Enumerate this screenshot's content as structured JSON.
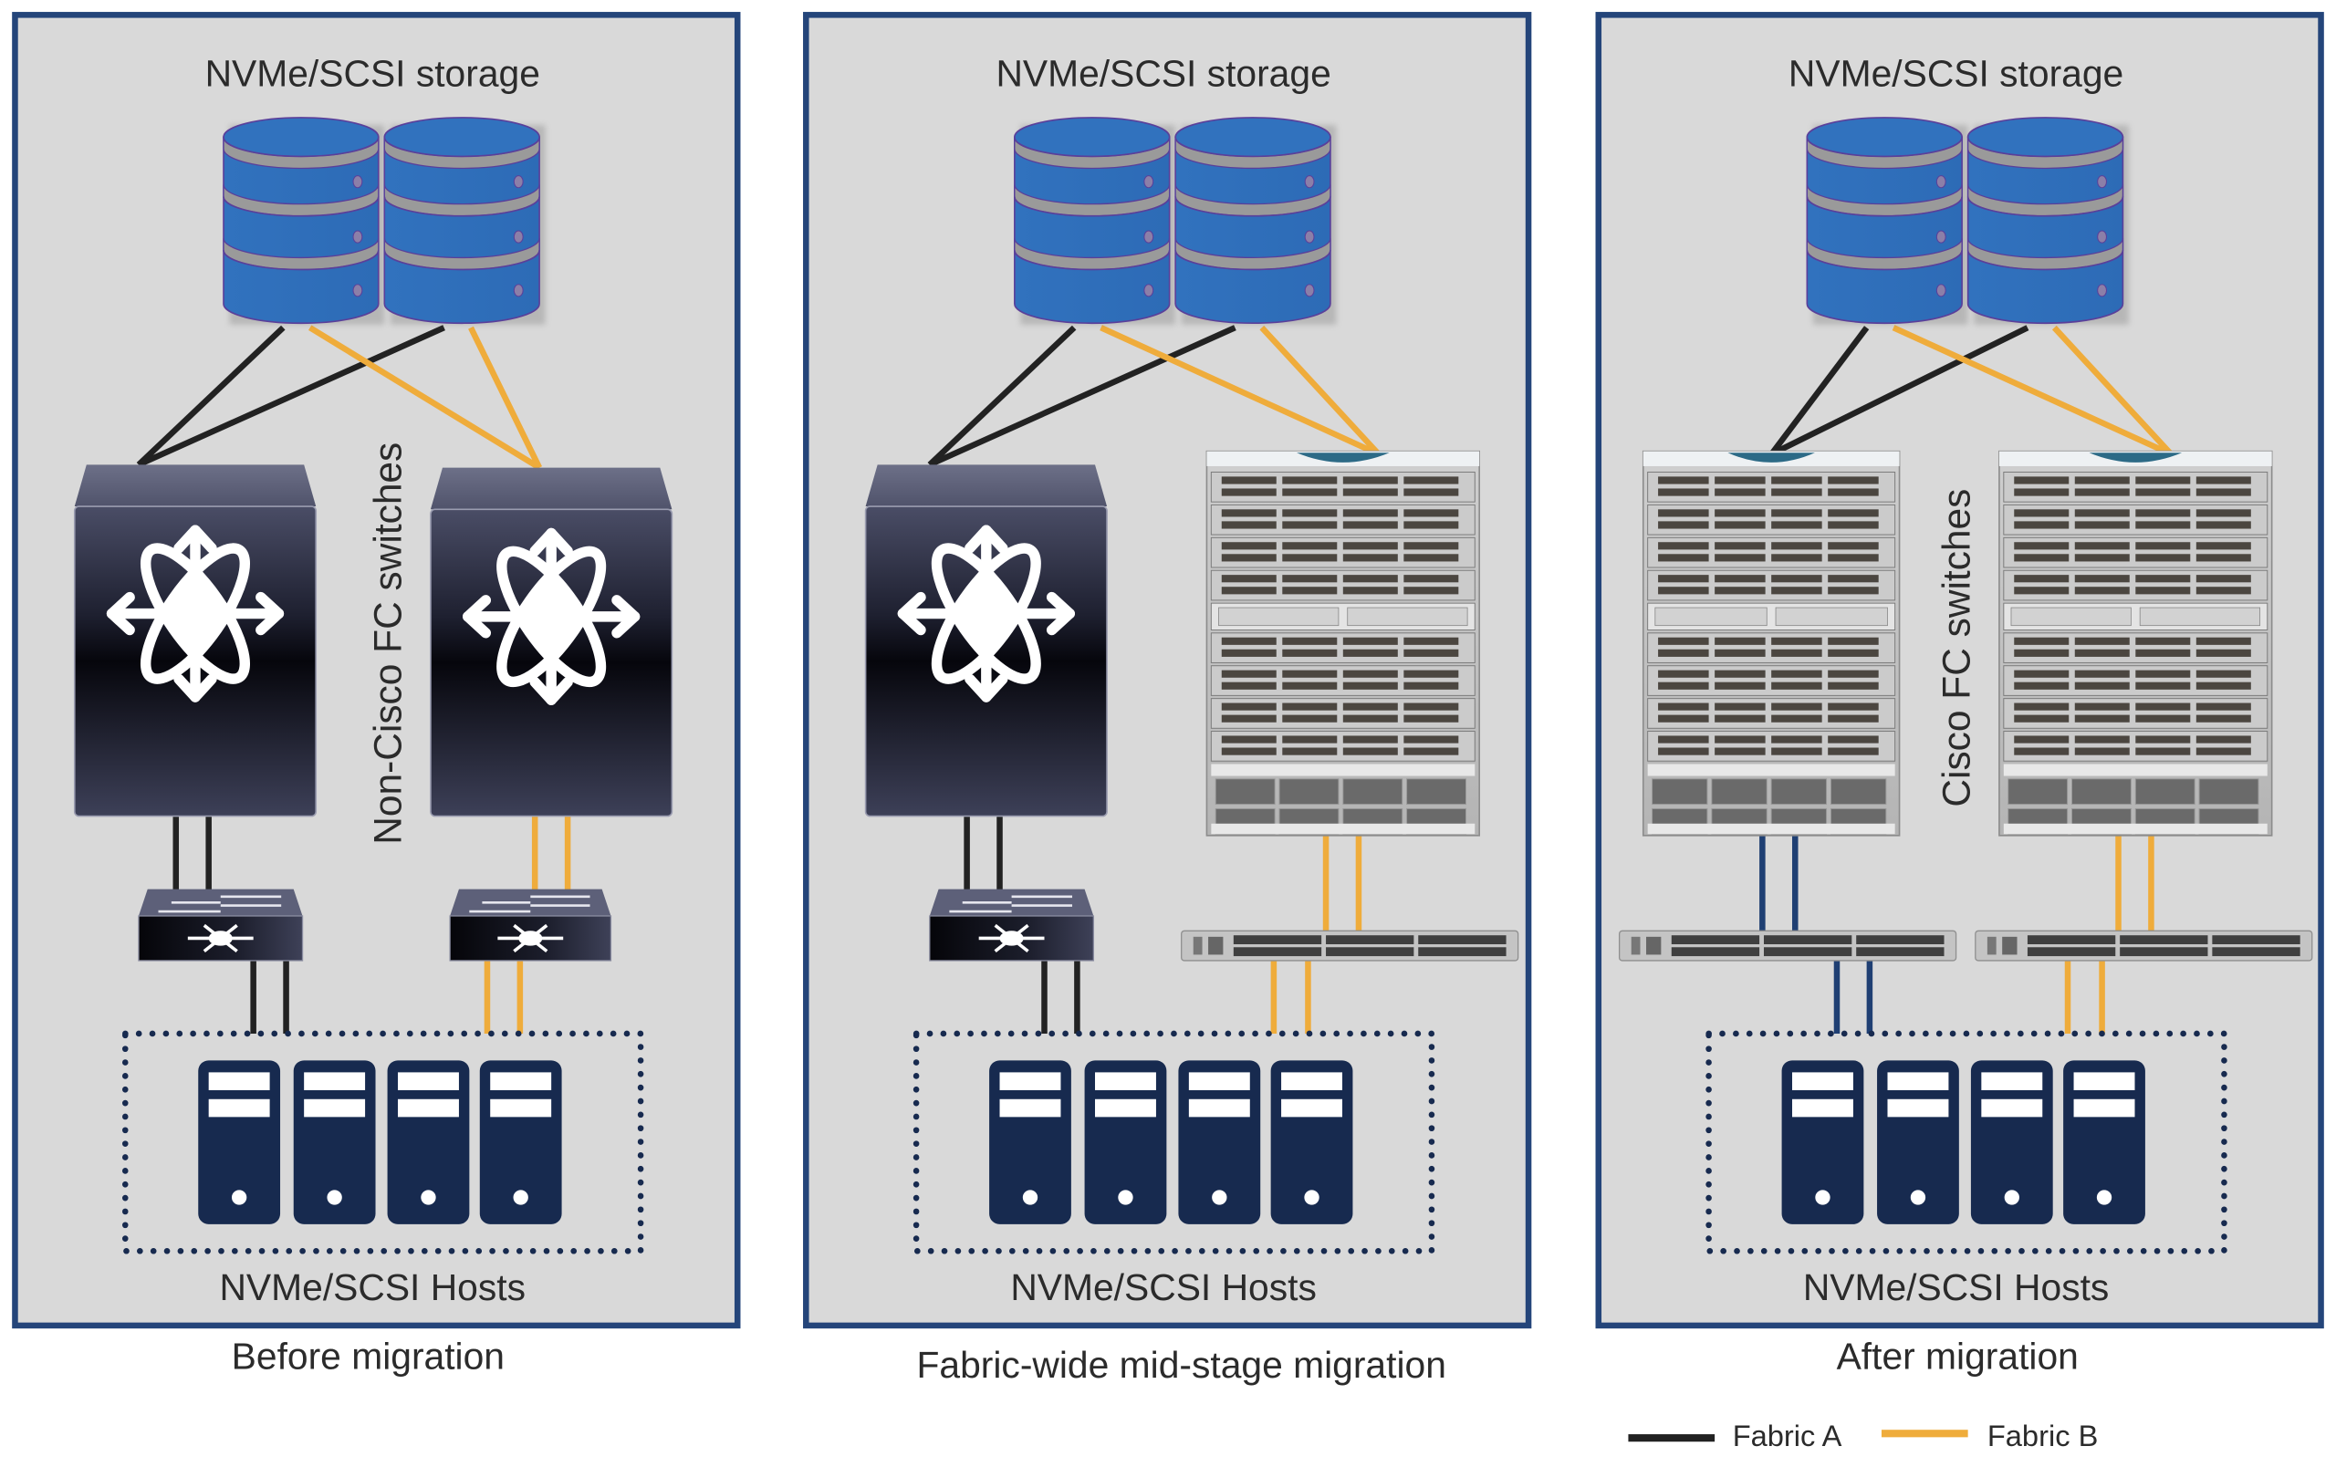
{
  "colors": {
    "panel_border": "#24457a",
    "panel_fill": "#d9d9d9",
    "fabric_a": "#222222",
    "fabric_a_cisco": "#1f3f73",
    "fabric_b": "#efac3b",
    "storage_blue": "#3172be",
    "host_navy": "#172a4f",
    "switch_dark": "#2a2d42"
  },
  "panels": [
    {
      "id": "before",
      "storage_label": "NVMe/SCSI storage",
      "hosts_label": "NVMe/SCSI Hosts",
      "caption": "Before migration",
      "side_label": "Non-Cisco FC switches",
      "fabric_a": {
        "core": "non-cisco-director",
        "edge": "non-cisco-edge"
      },
      "fabric_b": {
        "core": "non-cisco-director",
        "edge": "non-cisco-edge"
      }
    },
    {
      "id": "mid",
      "storage_label": "NVMe/SCSI storage",
      "hosts_label": "NVMe/SCSI Hosts",
      "caption": "Fabric-wide mid-stage migration",
      "side_label": "",
      "fabric_a": {
        "core": "non-cisco-director",
        "edge": "non-cisco-edge"
      },
      "fabric_b": {
        "core": "cisco-mds-director",
        "edge": "cisco-mds-fabric-switch"
      }
    },
    {
      "id": "after",
      "storage_label": "NVMe/SCSI storage",
      "hosts_label": "NVMe/SCSI Hosts",
      "caption": "After migration",
      "side_label": "Cisco FC switches",
      "fabric_a": {
        "core": "cisco-mds-director",
        "edge": "cisco-mds-fabric-switch"
      },
      "fabric_b": {
        "core": "cisco-mds-director",
        "edge": "cisco-mds-fabric-switch"
      }
    }
  ],
  "storage_arrays_per_panel": 2,
  "hosts_per_panel": 4,
  "legend": [
    {
      "label": "Fabric A",
      "color": "#222222"
    },
    {
      "label": "Fabric B",
      "color": "#efac3b"
    }
  ]
}
